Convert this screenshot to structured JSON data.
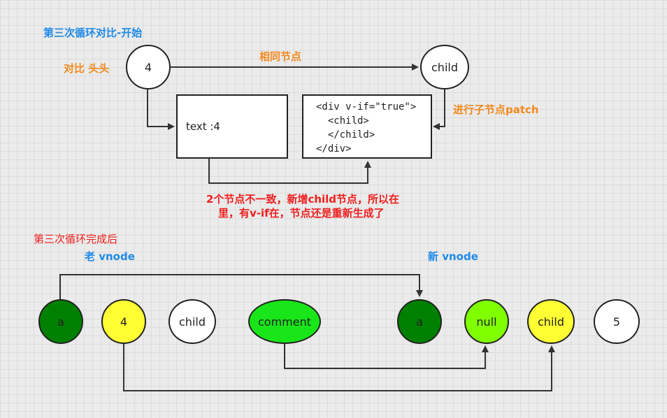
{
  "top": {
    "title": "第三次循环对比-开始",
    "compare_label": "对比 头头",
    "same_node_label": "相同节点",
    "patch_label": "进行子节点patch",
    "old_node": "4",
    "new_node": "child",
    "text_box": "text :4",
    "div_box_lines": [
      "<div v-if=\"true\">",
      "  <child>",
      "  </child>",
      "</div>"
    ],
    "note_line1": "2个节点不一致，新增child节点，所以在",
    "note_line2": "里，有v-if在，节点还是重新生成了"
  },
  "bottom": {
    "title": "第三次循环完成后",
    "old_vnode_label": "老 vnode",
    "new_vnode_label": "新 vnode",
    "old_nodes": [
      {
        "label": "a",
        "color": "#008000"
      },
      {
        "label": "4",
        "color": "#ffff33"
      },
      {
        "label": "child",
        "color": "#ffffff"
      },
      {
        "label": "comment",
        "color": "#19e619"
      }
    ],
    "new_nodes": [
      {
        "label": "a",
        "color": "#008000"
      },
      {
        "label": "null",
        "color": "#80ff00"
      },
      {
        "label": "child",
        "color": "#ffff33"
      },
      {
        "label": "5",
        "color": "#ffffff"
      }
    ]
  }
}
